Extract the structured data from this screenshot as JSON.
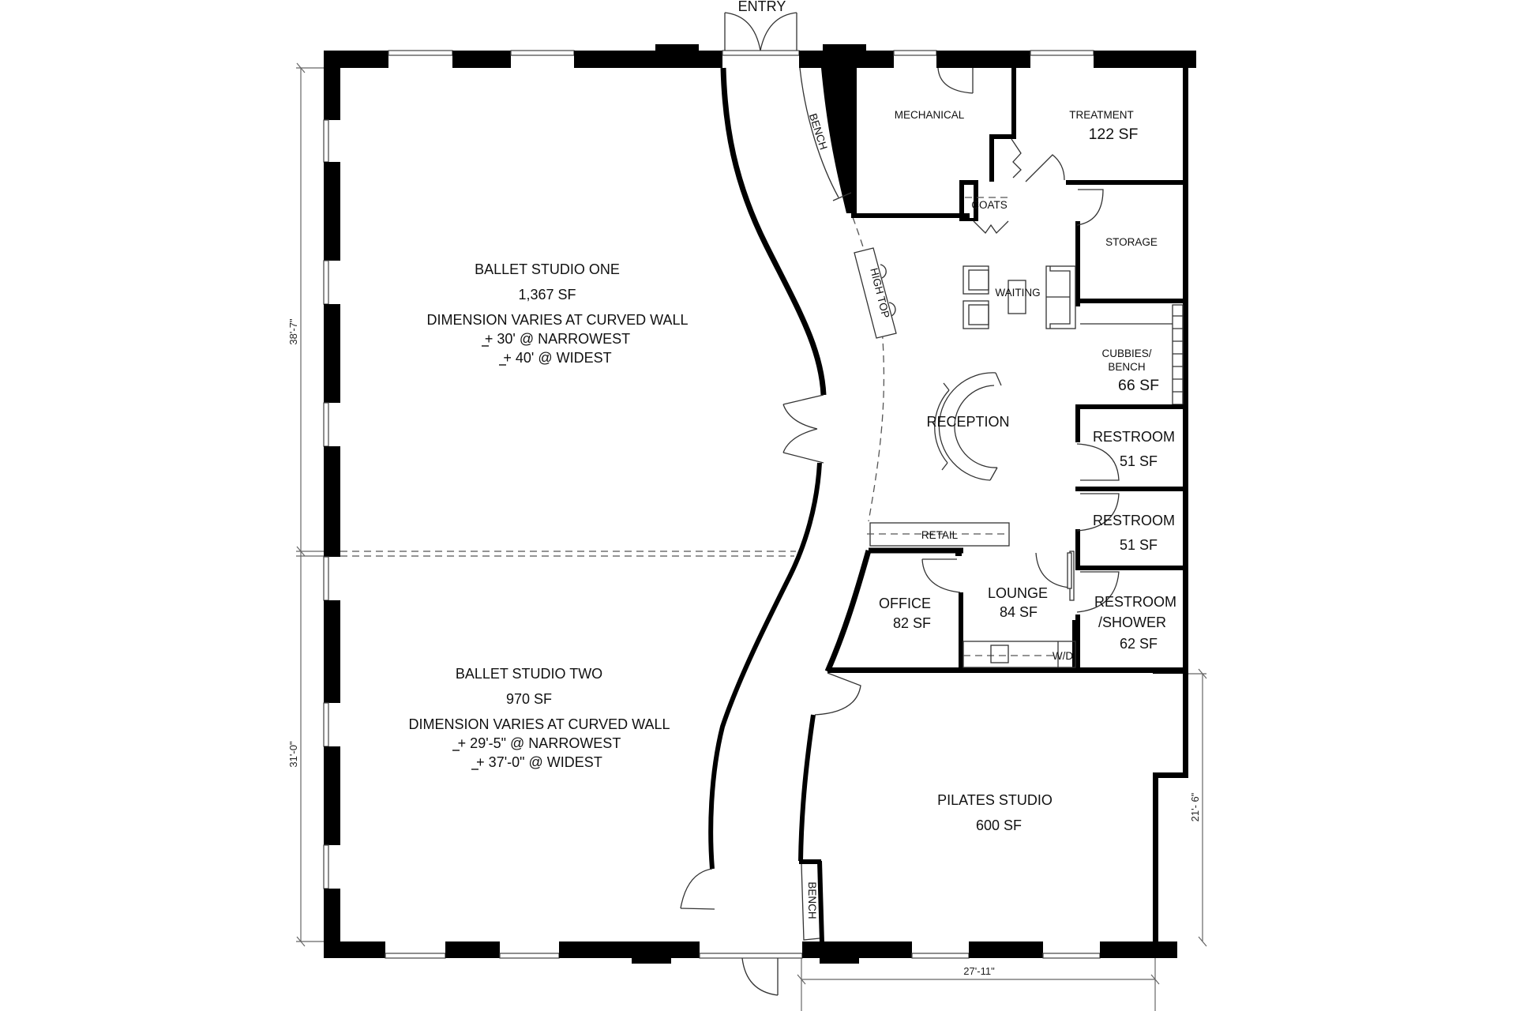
{
  "plan": {
    "entry_label": "ENTRY",
    "rooms": {
      "ballet_one": {
        "name": "BALLET STUDIO ONE",
        "area": "1,367 SF",
        "note": "DIMENSION VARIES AT CURVED WALL",
        "narrowest": "+ 30' @ NARROWEST",
        "widest": "+ 40' @ WIDEST"
      },
      "ballet_two": {
        "name": "BALLET STUDIO TWO",
        "area": "970 SF",
        "note": "DIMENSION VARIES AT CURVED WALL",
        "narrowest": "+ 29'-5\" @ NARROWEST",
        "widest": "+ 37'-0\" @ WIDEST"
      },
      "mechanical": {
        "name": "MECHANICAL"
      },
      "treatment": {
        "name": "TREATMENT",
        "area": "122 SF"
      },
      "coats": {
        "name": "COATS"
      },
      "storage": {
        "name": "STORAGE"
      },
      "waiting": {
        "name": "WAITING"
      },
      "cubbies": {
        "name_line1": "CUBBIES/",
        "name_line2": "BENCH",
        "area": "66 SF"
      },
      "reception": {
        "name": "RECEPTION"
      },
      "restroom_1": {
        "name": "RESTROOM",
        "area": "51 SF"
      },
      "restroom_2": {
        "name": "RESTROOM",
        "area": "51 SF"
      },
      "restroom_shower": {
        "name_line1": "RESTROOM",
        "name_line2": "/SHOWER",
        "area": "62 SF"
      },
      "retail": {
        "name": "RETAIL"
      },
      "office": {
        "name": "OFFICE",
        "area": "82 SF"
      },
      "lounge": {
        "name": "LOUNGE",
        "area": "84 SF"
      },
      "washer_dryer": {
        "name": "W/D"
      },
      "pilates": {
        "name": "PILATES STUDIO",
        "area": "600 SF"
      }
    },
    "furniture": {
      "bench_top": "BENCH",
      "bench_bottom": "BENCH",
      "high_top": "HIGH TOP"
    },
    "dimensions": {
      "ballet_one_height": "38'-7\"",
      "ballet_two_height": "31'-0\"",
      "pilates_height": "21'- 6\"",
      "pilates_width": "27'-11\""
    },
    "colors": {
      "wall": "#000000",
      "background": "#ffffff",
      "line": "#333333"
    }
  }
}
